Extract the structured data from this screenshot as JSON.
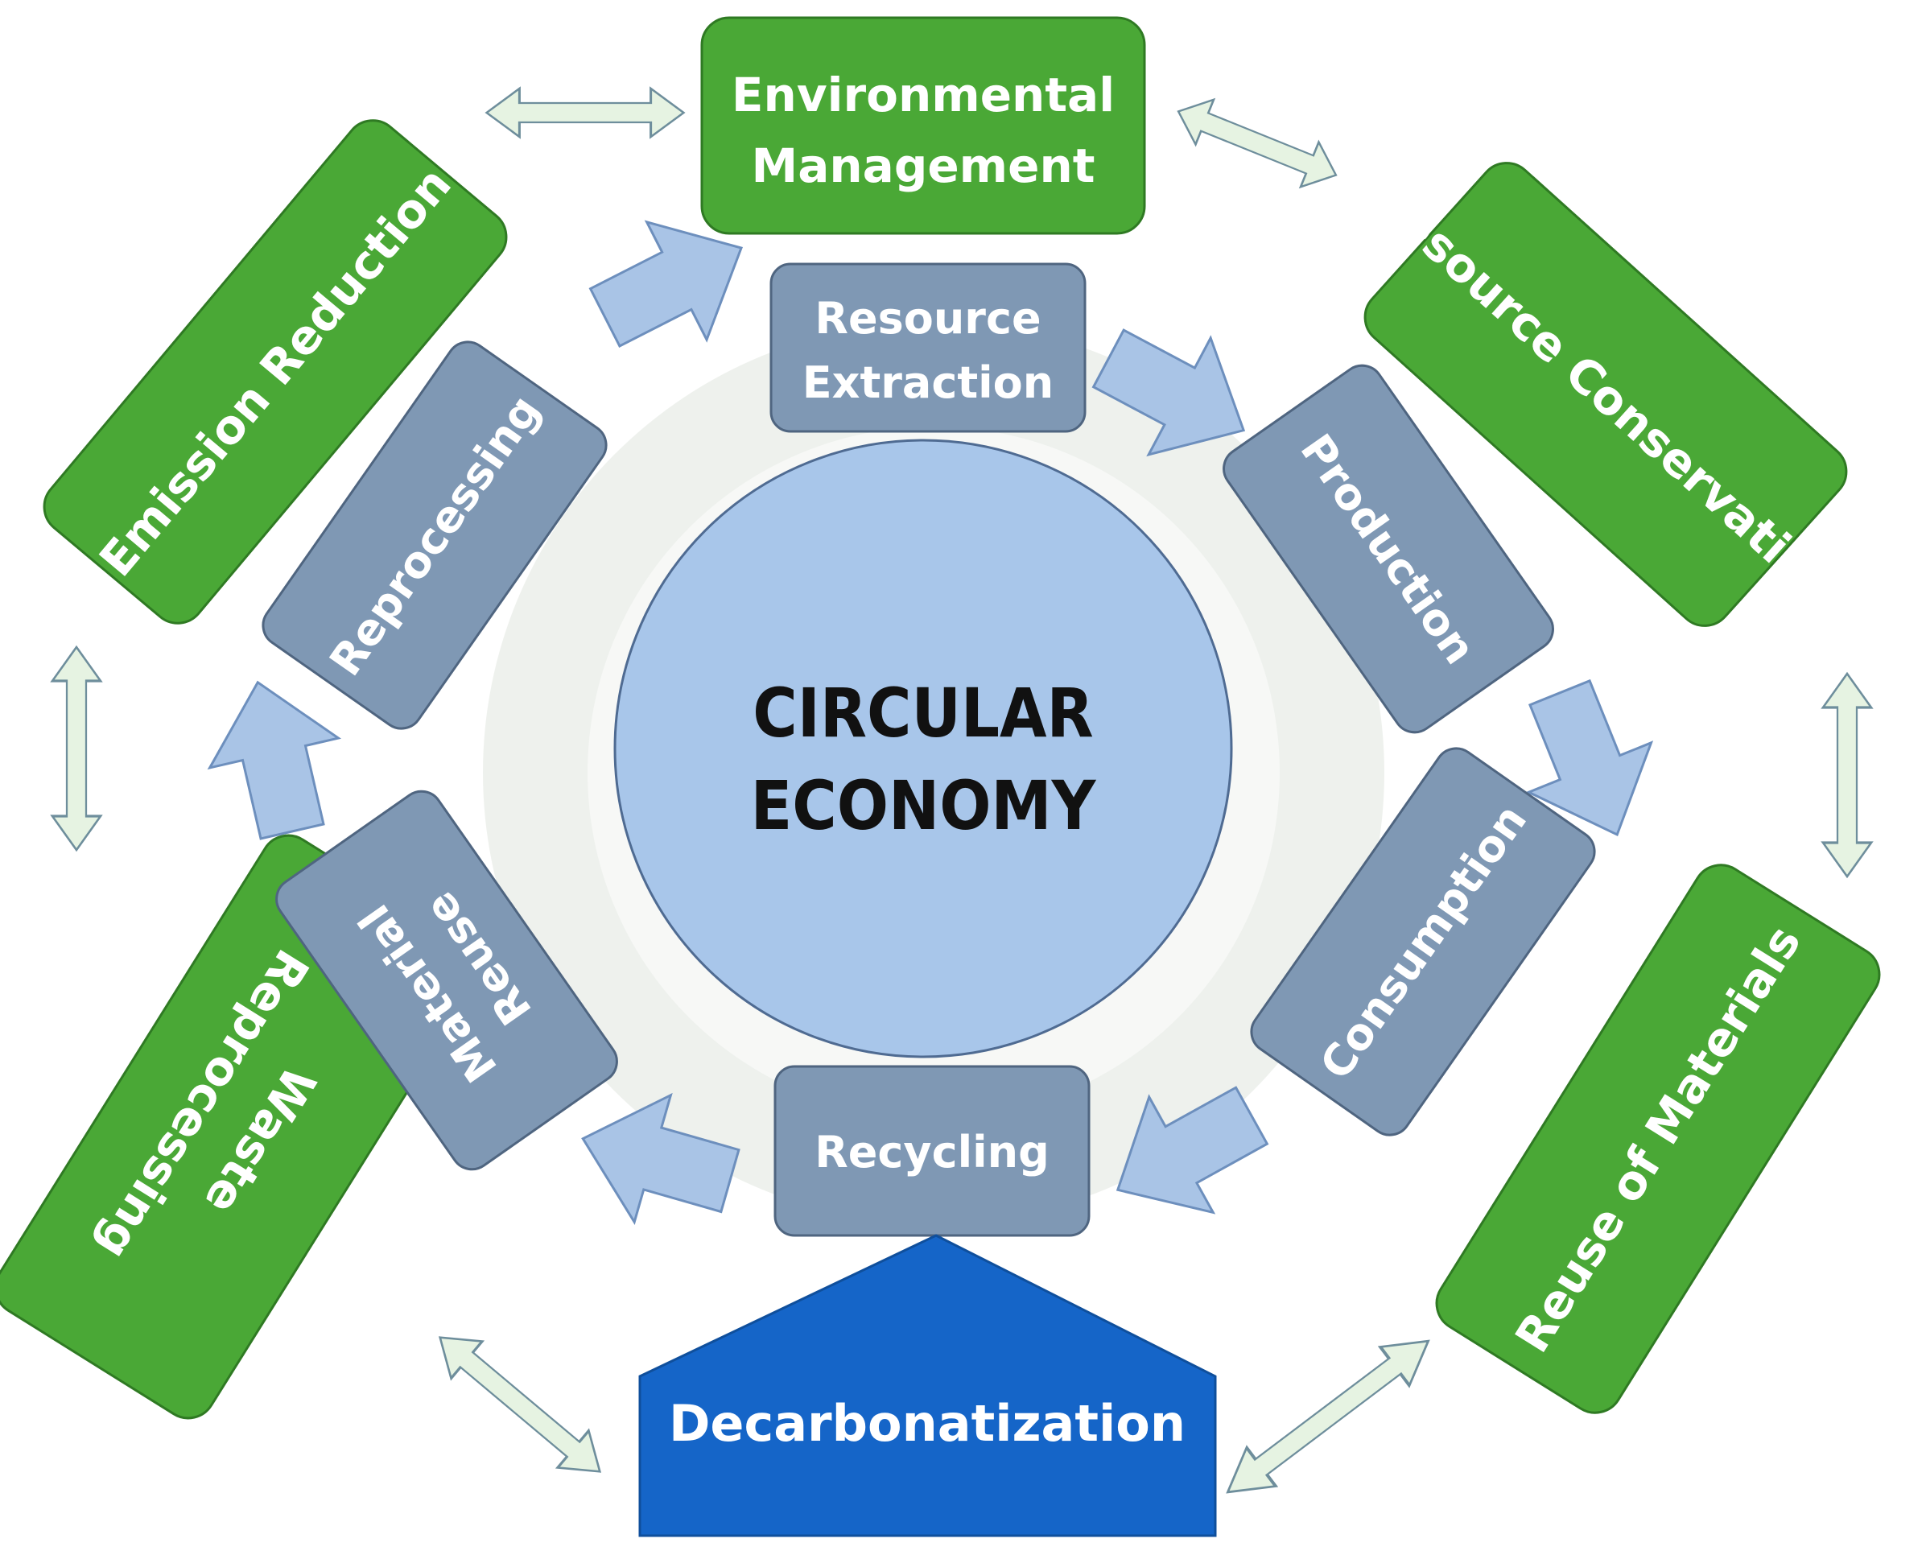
{
  "center": {
    "line1": "CIRCULAR",
    "line2": "ECONOMY"
  },
  "cycle_stages": {
    "resource_extraction": {
      "line1": "Resource",
      "line2": "Extraction"
    },
    "production": "Production",
    "consumption": "Consumption",
    "recycling": "Recycling",
    "material_reuse": {
      "line1": "Material",
      "line2": "Reuse"
    },
    "reprocessing": "Reprocessing"
  },
  "outer_pillars": {
    "environmental_management": {
      "line1": "Environmental",
      "line2": "Management"
    },
    "resource_conservation": "Resource Conservation",
    "reuse_of_materials": "Reuse of Materials",
    "waste_reprocessing": {
      "line1": "Waste",
      "line2": "Reprocessing"
    },
    "emission_reduction": "Emission Reduction"
  },
  "base": "Decarbonatization",
  "colors": {
    "outer_green": "#4aa836",
    "stage_slate": "#7f98b4",
    "center_blue": "#a8c6ea",
    "base_blue": "#1565c8",
    "flow_arrow": "#a9c4e6",
    "link_arrow": "#e6f3e2"
  }
}
